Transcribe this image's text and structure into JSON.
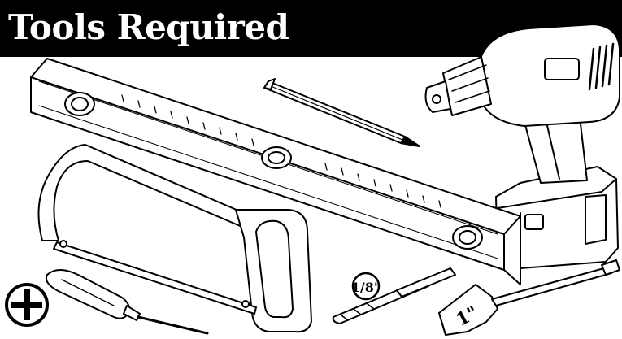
{
  "title": "Tools Required",
  "labels": {
    "drill_bit_size": "1/8\"",
    "spade_bit_size": "1\""
  },
  "icons": [
    "level-icon",
    "pencil-icon",
    "cordless-drill-icon",
    "hacksaw-icon",
    "phillips-screwdriver-icon",
    "phillips-head-symbol-icon",
    "drill-bit-icon",
    "spade-bit-icon"
  ],
  "colors": {
    "ink": "#000000",
    "paper": "#ffffff",
    "title_text": "#ffffff",
    "title_bar": "#000000"
  }
}
